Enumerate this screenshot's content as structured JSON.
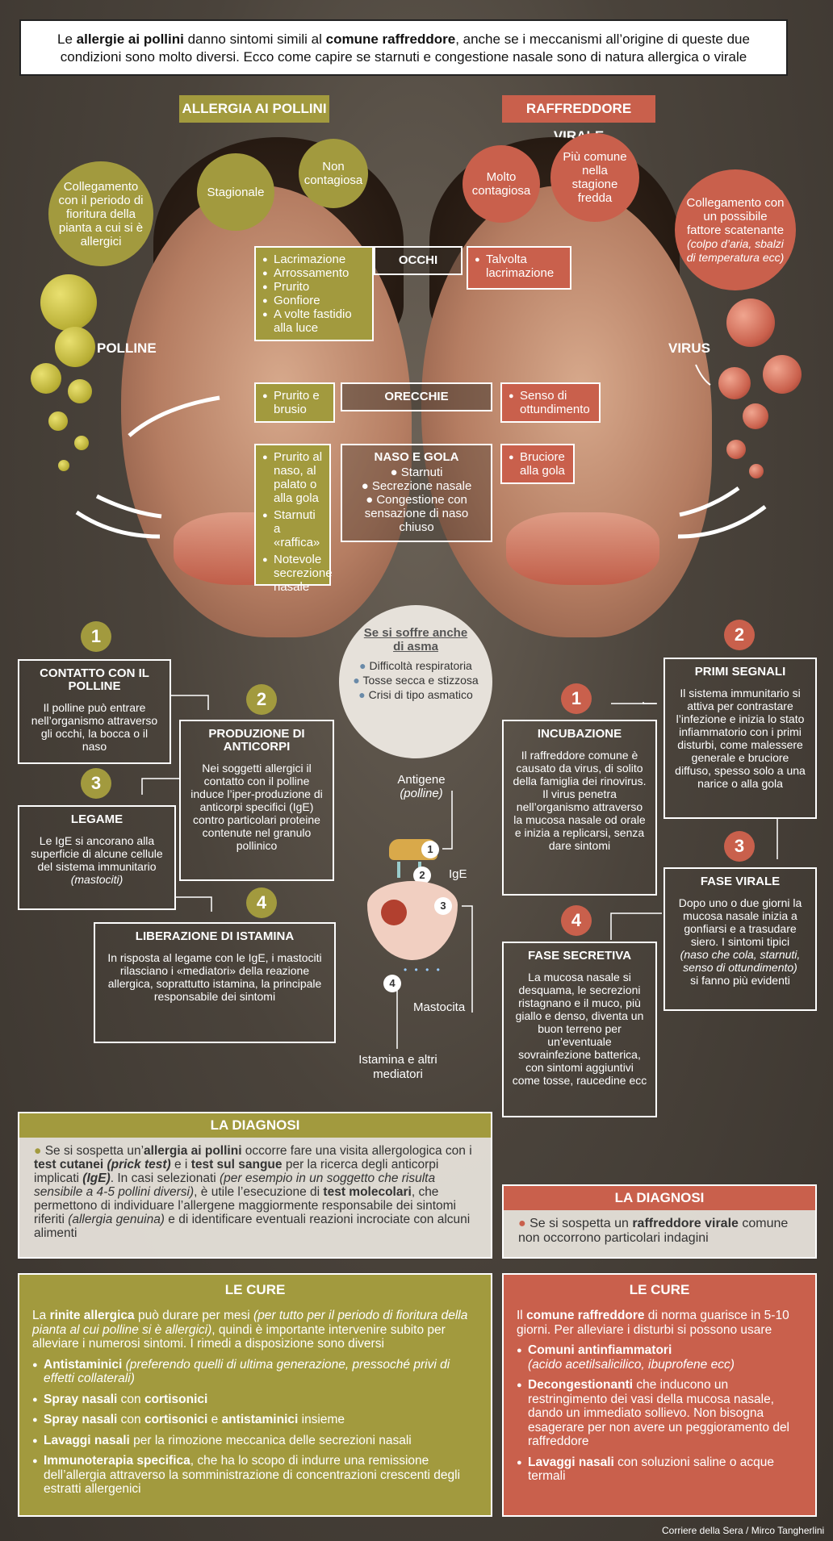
{
  "intro": {
    "p1": "Le ",
    "b1": "allergie ai pollini",
    "p2": " danno sintomi simili al ",
    "b2": "comune raffreddore",
    "p3": ", anche se i meccanismi all’origine di queste due condizioni sono molto diversi. Ecco come capire se starnuti e congestione nasale sono di natura allergica o virale"
  },
  "left_title": "ALLERGIA AI POLLINI",
  "right_title": "RAFFREDDORE VIRALE",
  "left_circles": {
    "c1": "Stagionale",
    "c2": "Non contagiosa",
    "c3": "Collegamento con il periodo di fioritura della pianta a cui si è allergici"
  },
  "right_circles": {
    "c1": "Molto contagiosa",
    "c2": "Più comune nella stagione fredda",
    "c3a": "Collegamento con un possibile fattore scatenante",
    "c3b": "(colpo d’aria, sbalzi di temperatura ecc)"
  },
  "polline_label": "POLLINE",
  "virus_label": "VIRUS",
  "occhi": {
    "label": "OCCHI",
    "left": [
      "Lacrimazione",
      "Arrossamento",
      "Prurito",
      "Gonfiore",
      "A volte fastidio alla luce"
    ],
    "right": [
      "Talvolta lacrimazione"
    ]
  },
  "orecchie": {
    "label": "ORECCHIE",
    "left": [
      "Prurito e brusio"
    ],
    "right": [
      "Senso di ottundimento"
    ]
  },
  "naso": {
    "label": "NASO E GOLA",
    "center": [
      "Starnuti",
      "Secrezione nasale",
      "Congestione con sensazione di naso chiuso"
    ],
    "left": [
      "Prurito al naso, al palato o alla gola",
      "Starnuti a «raffica»",
      "Notevole secrezione nasale"
    ],
    "right": [
      "Bruciore alla gola"
    ]
  },
  "asma": {
    "title": "Se si soffre anche di asma",
    "items": [
      "Difficoltà respiratoria",
      "Tosse secca e stizzosa",
      "Crisi di tipo asmatico"
    ]
  },
  "left_steps": [
    {
      "n": "1",
      "title": "CONTATTO CON IL POLLINE",
      "text": "Il polline può entrare nell’organismo attraverso gli occhi, la bocca o il naso"
    },
    {
      "n": "2",
      "title": "PRODUZIONE DI ANTICORPI",
      "text": "Nei soggetti allergici il contatto con il polline induce l’iper-produzione di anticorpi specifici (IgE) contro particolari proteine contenute nel granulo pollinico"
    },
    {
      "n": "3",
      "title": "LEGAME",
      "text": "Le IgE si ancorano alla superficie di alcune cellule del sistema immunitario",
      "extra": "(mastociti)"
    },
    {
      "n": "4",
      "title": "LIBERAZIONE DI ISTAMINA",
      "text": "In risposta al legame con le IgE, i mastociti rilasciano i «mediatori» della reazione allergica, soprattutto istamina, la principale responsabile dei sintomi"
    }
  ],
  "mast": {
    "antigene": "Antigene",
    "polline": "(polline)",
    "ige": "IgE",
    "mastocita": "Mastocita",
    "istamina": "Istamina e altri mediatori",
    "n1": "1",
    "n2": "2",
    "n3": "3",
    "n4": "4"
  },
  "right_steps": [
    {
      "n": "1",
      "title": "INCUBAZIONE",
      "text": "Il raffreddore comune è causato da virus, di solito della famiglia dei rinovirus. Il virus penetra nell’organismo attraverso la mucosa nasale od orale e inizia a replicarsi, senza dare sintomi"
    },
    {
      "n": "2",
      "title": "PRIMI SEGNALI",
      "text": "Il sistema immunitario si attiva per contrastare l’infezione e inizia lo stato infiammatorio con i primi disturbi, come malessere generale e bruciore diffuso, spesso solo a una narice o alla gola"
    },
    {
      "n": "3",
      "title": "FASE VIRALE",
      "text": "Dopo uno o due giorni la mucosa nasale inizia a gonfiarsi e a trasudare siero. I sintomi tipici",
      "extra": "(naso che cola, starnuti, senso di ottundimento)",
      "tail": "si fanno più evidenti"
    },
    {
      "n": "4",
      "title": "FASE SECRETIVA",
      "text": "La mucosa nasale si desquama, le secrezioni ristagnano e il muco, più giallo e denso, diventa un buon terreno per un’eventuale sovrainfezione batterica, con sintomi aggiuntivi come tosse, raucedine ecc"
    }
  ],
  "diag_left": {
    "title": "LA DIAGNOSI",
    "a": "Se si sospetta un’",
    "b": "allergia ai pollini",
    "c": " occorre fare una visita allergologica con i ",
    "d": "test cutanei",
    "e": " (prick test)",
    "f": " e i ",
    "g": "test sul sangue",
    "h": " per la ricerca degli anticorpi implicati ",
    "i": "(IgE)",
    "j": ". In casi selezionati ",
    "k": "(per esempio in un soggetto che risulta sensibile a 4-5 pollini diversi)",
    "l": ", è utile l’esecuzione di ",
    "m": "test molecolari",
    "n": ", che permettono di individuare l’allergene maggiormente responsabile dei sintomi riferiti ",
    "o": "(allergia genuina)",
    "p": " e di identificare eventuali reazioni incrociate con alcuni alimenti"
  },
  "diag_right": {
    "title": "LA DIAGNOSI",
    "a": "Se si sospetta un ",
    "b": "raffreddore virale",
    "c": " comune non occorrono particolari indagini"
  },
  "cure_left": {
    "title": "LE CURE",
    "intro_a": "La ",
    "intro_b": "rinite allergica",
    "intro_c": " può durare per mesi ",
    "intro_d": "(per tutto per il periodo di fioritura della pianta al cui polline si è allergici)",
    "intro_e": ", quindi è importante intervenire subito per alleviare i numerosi sintomi. I rimedi a disposizione sono diversi",
    "i1b": "Antistaminici",
    "i1t": " (preferendo quelli di ultima generazione, pressoché privi di effetti collaterali)",
    "i2b": "Spray nasali",
    "i2m": " con ",
    "i2c": "cortisonici",
    "i3b": "Spray nasali",
    "i3m": " con ",
    "i3c": "cortisonici",
    "i3e": " e ",
    "i3f": "antistaminici",
    "i3g": " insieme",
    "i4b": "Lavaggi nasali",
    "i4t": " per la rimozione meccanica delle secrezioni nasali",
    "i5b": "Immunoterapia specifica",
    "i5t": ", che ha lo scopo di indurre una remissione dell’allergia attraverso la somministrazione di concentrazioni crescenti degli estratti allergenici"
  },
  "cure_right": {
    "title": "LE CURE",
    "intro_a": "Il ",
    "intro_b": "comune raffreddore",
    "intro_c": " di norma guarisce in 5-10 giorni. Per alleviare i disturbi si possono usare",
    "i1b": "Comuni antinfiammatori",
    "i1t": "(acido acetilsalicilico, ibuprofene ecc)",
    "i2b": "Decongestionanti",
    "i2t": " che inducono un restringimento dei vasi della mucosa nasale, dando un immediato sollievo. Non bisogna esagerare per non avere un peggioramento del raffreddore",
    "i3b": "Lavaggi nasali",
    "i3t": " con soluzioni saline o acque termali"
  },
  "credit": "Corriere della Sera / Mirco Tangherlini"
}
